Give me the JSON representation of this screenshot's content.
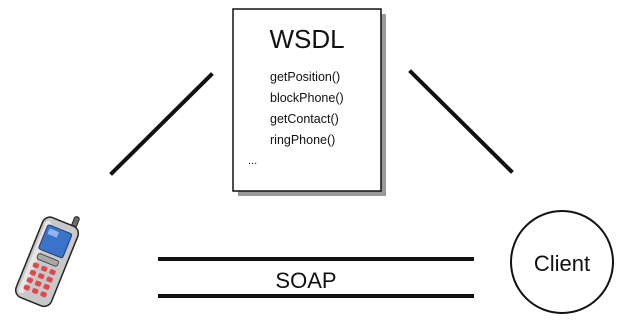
{
  "wsdl": {
    "title": "WSDL",
    "methods": [
      "getPosition()",
      "blockPhone()",
      "getContact()",
      "ringPhone()"
    ],
    "ellipsis": "..."
  },
  "client": {
    "label": "Client"
  },
  "soap": {
    "label": "SOAP"
  },
  "phone": {
    "icon": "mobile-phone-icon",
    "screen_color": "#3b73c8",
    "body_color": "#c8c8c8",
    "key_color": "#e0484a"
  }
}
